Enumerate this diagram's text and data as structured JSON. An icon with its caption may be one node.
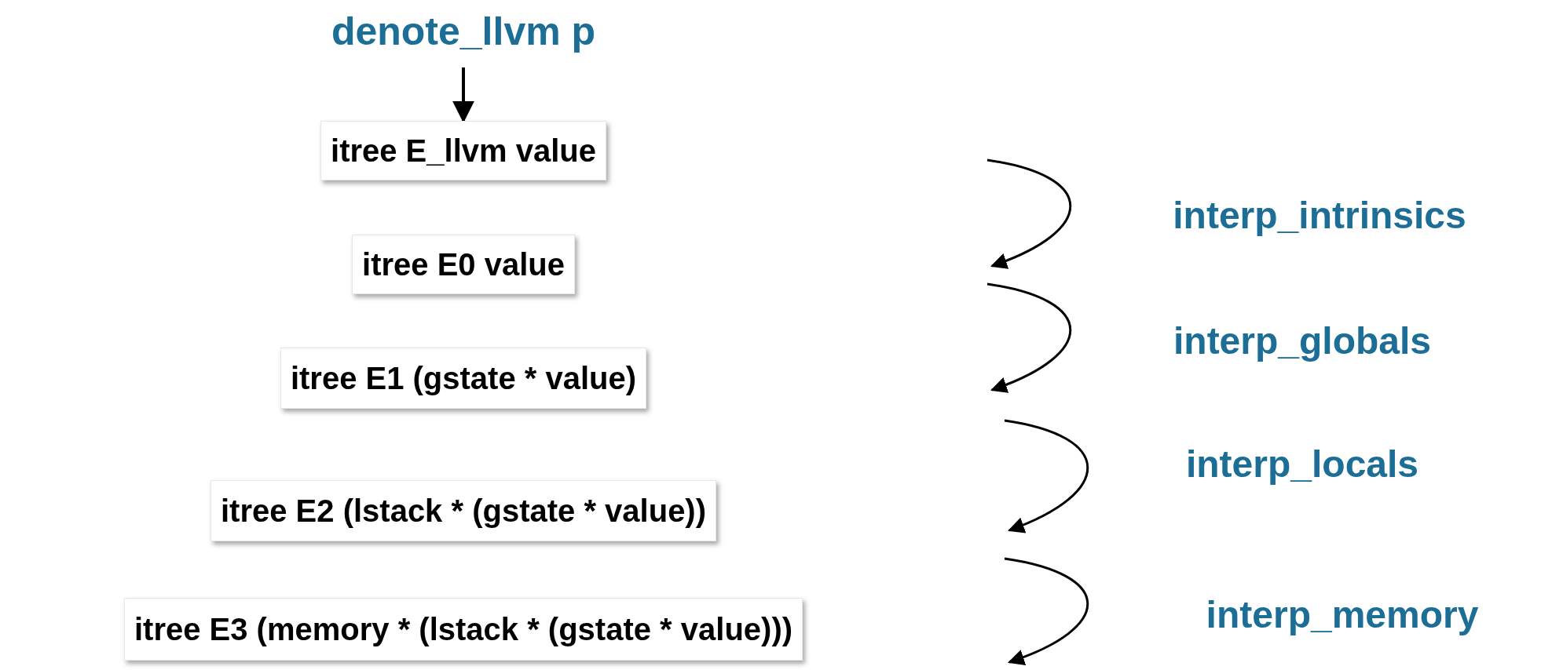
{
  "diagram": {
    "nodes": [
      {
        "text": [
          "denote_llvm p"
        ]
      },
      {
        "text": [
          "itree E_llvm value"
        ]
      },
      {
        "text": [
          "itree E0 value"
        ]
      },
      {
        "text": [
          "itree E1 (gstate * value)"
        ]
      },
      {
        "text": [
          "itree E2 (lstack * (gstate * value))"
        ]
      },
      {
        "text": [
          "itree E3 (memory * (lstack * (gstate * value)))"
        ]
      }
    ],
    "edges": [
      {
        "from": 0,
        "to": 1,
        "arrow": "to"
      }
    ],
    "labels": [
      "interp_intrinsics",
      "interp_globals",
      "interp_locals",
      "interp_memory"
    ]
  }
}
